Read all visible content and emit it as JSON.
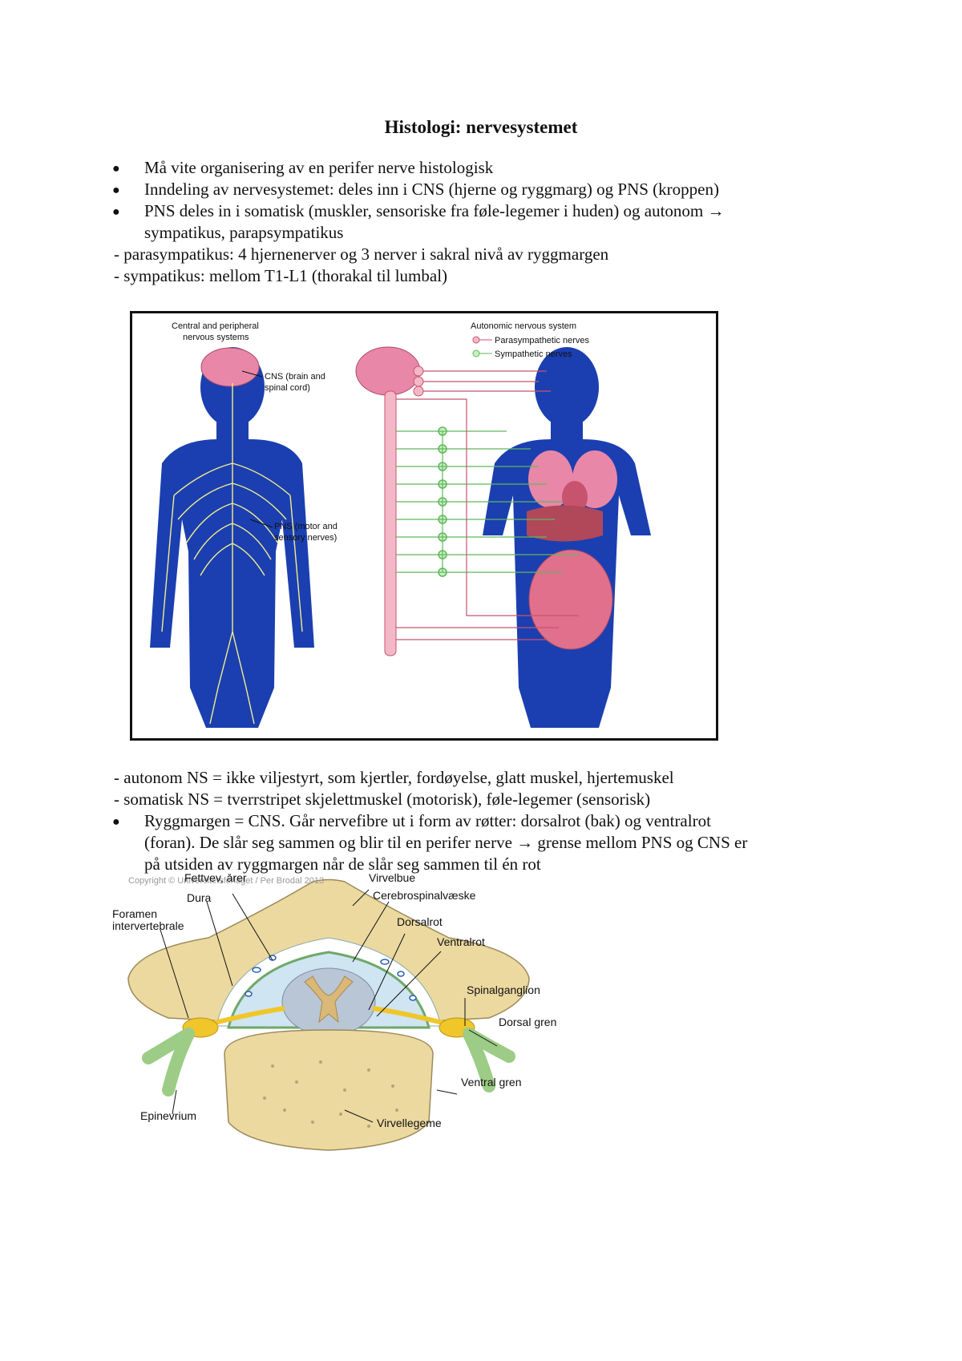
{
  "title": "Histologi: nervesystemet",
  "bullets1": [
    "Må vite organisering av en perifer nerve histologisk",
    "Inndeling av nervesystemet: deles inn i CNS (hjerne og ryggmarg) og PNS (kroppen)",
    "PNS deles in i somatisk (muskler, sensoriske fra føle-legemer i huden) og autonom →",
    "sympatikus, parapsympatikus"
  ],
  "dash1": [
    "- parasympatikus: 4 hjernenerver og 3 nerver i sakral nivå av ryggmargen",
    "- sympatikus: mellom T1-L1 (thorakal til lumbal)"
  ],
  "figure1": {
    "left_title_1": "Central and peripheral",
    "left_title_2": "nervous systems",
    "cns_label_1": "CNS (brain and",
    "cns_label_2": "spinal cord)",
    "pns_label_1": "PNS (motor and",
    "pns_label_2": "sensory nerves)",
    "right_title": "Autonomic nervous system",
    "legend_para": "Parasympathetic nerves",
    "legend_symp": "Sympathetic nerves",
    "colors": {
      "body": "#1b3fb0",
      "brain": "#e987a8",
      "para": "#c8536e",
      "symp": "#5fb85c",
      "nerve": "#f2ee8c"
    }
  },
  "dash2": [
    "- autonom NS = ikke viljestyrt, som kjertler, fordøyelse, glatt muskel, hjertemuskel",
    "- somatisk NS = tverrstripet skjelettmuskel (motorisk), føle-legemer (sensorisk)"
  ],
  "bullets2": [
    "Ryggmargen = CNS. Går nervefibre ut i form av røtter: dorsalrot (bak) og ventralrot",
    "(foran). De slår seg sammen og blir til en perifer nerve → grense mellom PNS og CNS er",
    "på utsiden av ryggmargen når de slår seg sammen til én rot"
  ],
  "figure2": {
    "copyright": "Copyright © Universitetsforlaget / Per Brodal 2013",
    "labels": {
      "fettvev": "Fettvev, årer",
      "virvelbue": "Virvelbue",
      "dura": "Dura",
      "csf": "Cerebrospinalvæske",
      "foramen_1": "Foramen",
      "foramen_2": "intervertebrale",
      "dorsalrot": "Dorsalrot",
      "ventralrot": "Ventralrot",
      "spinalganglion": "Spinalganglion",
      "dorsal_gren": "Dorsal gren",
      "ventral_gren": "Ventral gren",
      "epinevrium": "Epinevrium",
      "virvellegeme": "Virvellegeme"
    },
    "colors": {
      "bone": "#ecd9a0",
      "nerve": "#9ccc86",
      "root": "#f0c62a",
      "csf": "#cfe5f2",
      "cord": "#b8c6d6",
      "grey": "#d9b878"
    }
  }
}
